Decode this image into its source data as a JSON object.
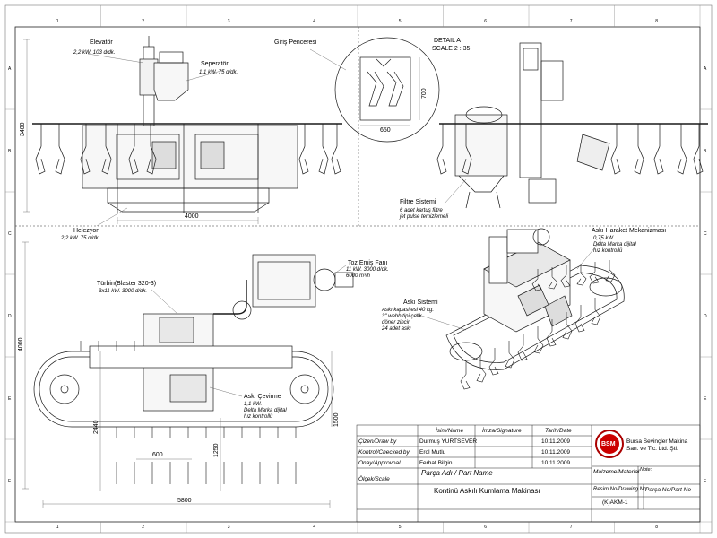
{
  "sheet": {
    "grid_cols": [
      "1",
      "2",
      "3",
      "4",
      "5",
      "6",
      "7",
      "8"
    ],
    "grid_rows": [
      "A",
      "B",
      "C",
      "D",
      "E",
      "F"
    ]
  },
  "front_view": {
    "elevator": {
      "name": "Elevatör",
      "spec": "2,2 kW. 103 d/dk."
    },
    "separator": {
      "name": "Seperatör",
      "spec": "1,1 kW. 75 d/dk."
    },
    "helix": {
      "name": "Helezyon",
      "spec": "2,2 kW. 75 d/dk."
    },
    "dim_height": "3400",
    "dim_width": "4000"
  },
  "detail": {
    "entry_label": "Giriş Penceresi",
    "title": "DETAIL A",
    "scale": "SCALE 2 : 35",
    "dim_width": "650",
    "dim_height": "700"
  },
  "side_view": {
    "filter": {
      "name": "Filtre Sistemi",
      "spec1": "6 adet kartuş filtre",
      "spec2": "jet pulse temizlemeli"
    }
  },
  "top_view": {
    "turbine": {
      "name": "Türbin(Blaster 320-3)",
      "spec": "3x11 kW. 3000 d/dk."
    },
    "dust_fan": {
      "name": "Toz Emiş Fanı",
      "spec1": "11 kW. 3000 d/dk.",
      "spec2": "6000 m³/h"
    },
    "hanger_turn": {
      "name": "Askı Çevirme",
      "spec1": "1,1 kW.",
      "spec2": "Delta Marka dijital",
      "spec3": "hız kontrollü"
    },
    "dim_4000": "4000",
    "dim_2440": "2440",
    "dim_1500": "1500",
    "dim_1250": "1250",
    "dim_600": "600",
    "dim_5800": "5800"
  },
  "iso_view": {
    "hanger_motion": {
      "name": "Askı Haraket Mekanizması",
      "spec1": "0,75 kW.",
      "spec2": "Delta Marka dijital",
      "spec3": "hız kontrollü"
    },
    "hanger_system": {
      "name": "Askı Sistemi",
      "spec1": "Askı kapasitesi 40 kg.",
      "spec2": "3\" webb tipi çelik",
      "spec3": "döner zincir",
      "spec4": "24 adet askı"
    }
  },
  "title_block": {
    "col_name": "İsim/Name",
    "col_signature": "İmza/Signature",
    "col_date": "Tarih/Date",
    "drawn_label": "Çizen/Draw by",
    "drawn_name": "Durmuş YURTSEVER",
    "drawn_date": "10.11.2009",
    "checked_label": "Kontrol/Checked by",
    "checked_name": "Erol Mutlu",
    "checked_date": "10.11.2009",
    "approval_label": "Onay/Approvoal",
    "approval_name": "Ferhat Bilgin",
    "approval_date": "10.11.2009",
    "scale_label": "Ölçek/Scale",
    "part_name_label": "Parça Adı / Part Name",
    "part_name": "Kontinü Askılı Kumlama Makinası",
    "company_logo": "BSM",
    "company_line1": "Bursa Sevinçler Makina",
    "company_line2": "San. ve Tic. Ltd. Şti.",
    "material_label": "Malzeme/Material",
    "note_label": "Note:",
    "drawing_no_label": "Resim No/Drawing No",
    "part_no_label": "Parça No/Part No",
    "drawing_no": "(K)AKM-1"
  },
  "colors": {
    "line": "#1a1a1a",
    "light": "#8a8a8a"
  }
}
